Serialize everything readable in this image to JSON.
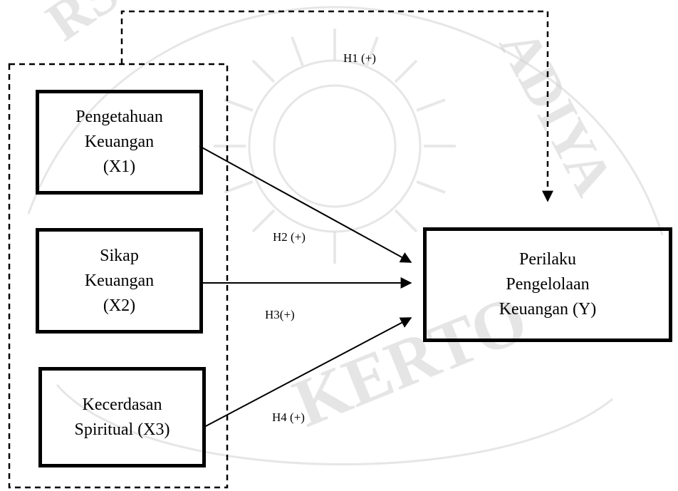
{
  "watermark": {
    "text_top_left": "RS",
    "text_right": "ADIYA",
    "text_bottom": "KERTO",
    "color": "#c8c8c8"
  },
  "nodes": {
    "x1": {
      "line1": "Pengetahuan",
      "line2": "Keuangan",
      "line3": "(X1)"
    },
    "x2": {
      "line1": "Sikap",
      "line2": "Keuangan",
      "line3": "(X2)"
    },
    "x3": {
      "line1": "Kecerdasan",
      "line2": "Spiritual (X3)"
    },
    "y": {
      "line1": "Perilaku",
      "line2": "Pengelolaan",
      "line3": "Keuangan (Y)"
    }
  },
  "hypotheses": {
    "h1": "H1 (+)",
    "h2": "H2 (+)",
    "h3": "H3(+)",
    "h4": "H4 (+)"
  }
}
